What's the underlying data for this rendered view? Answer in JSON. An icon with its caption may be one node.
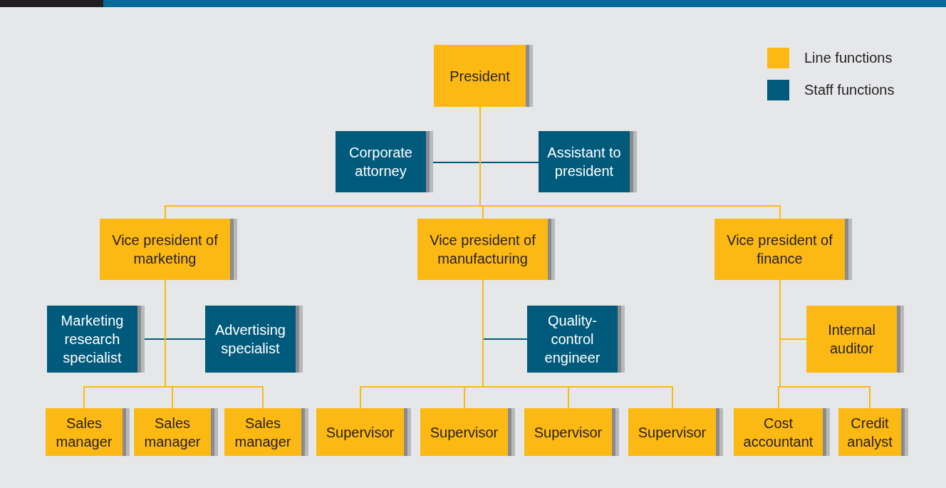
{
  "diagram": {
    "nodes": [
      {
        "text": [
          "President"
        ]
      },
      {
        "text": [
          "Corporate attorney"
        ]
      },
      {
        "text": [
          "Assistant to president"
        ]
      },
      {
        "text": [
          "Vice president of marketing"
        ]
      },
      {
        "text": [
          "Vice president of manufacturing"
        ]
      },
      {
        "text": [
          "Vice president of finance"
        ]
      },
      {
        "text": [
          "Marketing research specialist"
        ]
      },
      {
        "text": [
          "Advertising specialist"
        ]
      },
      {
        "text": [
          "Quality-control engineer"
        ]
      },
      {
        "text": [
          "Internal auditor"
        ]
      },
      {
        "text": [
          "Sales manager"
        ]
      },
      {
        "text": [
          "Sales manager"
        ]
      },
      {
        "text": [
          "Sales manager"
        ]
      },
      {
        "text": [
          "Supervisor"
        ]
      },
      {
        "text": [
          "Supervisor"
        ]
      },
      {
        "text": [
          "Supervisor"
        ]
      },
      {
        "text": [
          "Supervisor"
        ]
      },
      {
        "text": [
          "Cost accountant"
        ]
      },
      {
        "text": [
          "Credit analyst"
        ]
      }
    ],
    "edges": [
      {
        "from": 0,
        "to": 1,
        "arrow": "none",
        "color": "#005a7c"
      },
      {
        "from": 0,
        "to": 2,
        "arrow": "none",
        "color": "#005a7c"
      },
      {
        "from": 0,
        "to": 3,
        "arrow": "none"
      },
      {
        "from": 0,
        "to": 4,
        "arrow": "none"
      },
      {
        "from": 0,
        "to": 5,
        "arrow": "none"
      },
      {
        "from": 3,
        "to": 6,
        "arrow": "none",
        "color": "#005a7c"
      },
      {
        "from": 3,
        "to": 7,
        "arrow": "none",
        "color": "#005a7c"
      },
      {
        "from": 3,
        "to": 10,
        "arrow": "none"
      },
      {
        "from": 3,
        "to": 11,
        "arrow": "none"
      },
      {
        "from": 3,
        "to": 12,
        "arrow": "none"
      },
      {
        "from": 4,
        "to": 8,
        "arrow": "none",
        "color": "#005a7c"
      },
      {
        "from": 4,
        "to": 13,
        "arrow": "none"
      },
      {
        "from": 4,
        "to": 14,
        "arrow": "none"
      },
      {
        "from": 4,
        "to": 15,
        "arrow": "none"
      },
      {
        "from": 4,
        "to": 16,
        "arrow": "none"
      },
      {
        "from": 5,
        "to": 9,
        "arrow": "none"
      },
      {
        "from": 5,
        "to": 17,
        "arrow": "none"
      },
      {
        "from": 5,
        "to": 18,
        "arrow": "none"
      }
    ],
    "legend": [
      {
        "text": "Line functions",
        "color": "#fdb913"
      },
      {
        "text": "Staff functions",
        "color": "#005a7c"
      }
    ]
  }
}
